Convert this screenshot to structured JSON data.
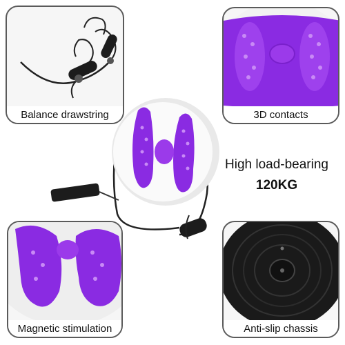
{
  "panels": {
    "top_left": {
      "caption": "Balance drawstring",
      "icon": "resistance-band-icon"
    },
    "top_right": {
      "caption": "3D contacts",
      "icon": "footprint-plate-icon"
    },
    "bottom_left": {
      "caption": "Magnetic stimulation",
      "icon": "magnetic-foot-plate-icon"
    },
    "bottom_right": {
      "caption": "Anti-slip chassis",
      "icon": "anti-slip-base-icon"
    }
  },
  "specs": {
    "line1": "High load-bearing",
    "line2": "120KG"
  },
  "colors": {
    "accent_purple": "#8a2be2",
    "panel_border": "#5a5a5a",
    "disc_white": "#f2f2f2",
    "base_black": "#1a1a1a"
  }
}
